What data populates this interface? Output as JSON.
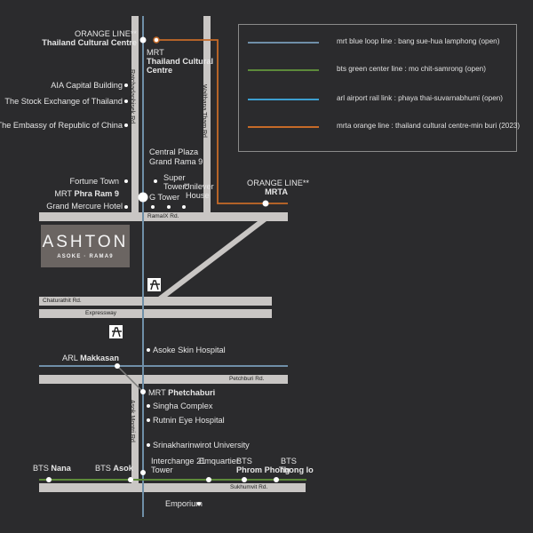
{
  "legend": [
    {
      "text": "mrt blue loop line : bang sue-hua lamphong (open)",
      "color": "#6f8fa8"
    },
    {
      "text": "bts green center line : mo chit-samrong (open)",
      "color": "#5d8a3a"
    },
    {
      "text": "arl airport rail link : phaya thai-suvarnabhumi (open)",
      "color": "#3d9fd0"
    },
    {
      "text": "mrta orange line : thailand cultural centre-min buri (2023)",
      "color": "#c66a28"
    }
  ],
  "colors": {
    "background": "#2b2b2d",
    "road": "#c9c6c4",
    "brand": "#6b6562",
    "blue_line": "#6f8fa8",
    "green_line": "#5d8a3a",
    "arl_line": "#3d9fd0",
    "orange_line": "#c66a28"
  },
  "brand": {
    "name": "ASHTON",
    "sub": "ASOKE · RAMA9"
  },
  "roads": {
    "ratchadaphisek": "Ratchadaphisek Rd.",
    "walthana": "Walthana Tham Rd.",
    "rama9": "RamaIX Rd.",
    "chaturathit": "Chaturathit Rd.",
    "expressway": "Expressway",
    "petchburi": "Petchburi Rd.",
    "asok": "Asok Montri Rd.",
    "sukhumvit": "Sukhumvit Rd."
  },
  "labels": {
    "orange_tcc_1": "ORANGE LINE**",
    "orange_tcc_2": "Thailand Cultural Centre",
    "mrt_tcc_1": "MRT",
    "mrt_tcc_2": "Thailand Cultural",
    "mrt_tcc_3": "Centre",
    "aia": "AIA Capital Building",
    "set": "The Stock Exchange of Thailand",
    "embassy": "The Embassy of Republic of China",
    "central_1": "Central Plaza",
    "central_2": "Grand Rama 9",
    "super_1": "Super",
    "super_2": "Tower*",
    "unilever_1": "Unilever",
    "unilever_2": "House",
    "fortune": "Fortune Town",
    "mrt_pr9_1": "MRT ",
    "mrt_pr9_2": "Phra Ram 9",
    "gtower": "G Tower",
    "mercure": "Grand Mercure Hotel",
    "orange_mrta_1": "ORANGE LINE**",
    "orange_mrta_2": "MRTA",
    "asoke_skin": "Asoke Skin Hospital",
    "arl_1": "ARL ",
    "arl_2": "Makkasan",
    "mrt_pet_1": "MRT ",
    "mrt_pet_2": "Phetchaburi",
    "singha": "Singha Complex",
    "rutnin": "Rutnin Eye Hospital",
    "swu": "Srinakharinwirot University",
    "int21_1": "Interchange 21",
    "int21_2": "Tower",
    "emquartier": "Emquartier",
    "bts_nana_1": "BTS ",
    "bts_nana_2": "Nana",
    "bts_asok_1": "BTS ",
    "bts_asok_2": "Asok",
    "bts_pp_1": "BTS",
    "bts_pp_2": "Phrom Phong",
    "bts_tl_1": "BTS",
    "bts_tl_2": "Thong lo",
    "emporium": "Emporium"
  }
}
